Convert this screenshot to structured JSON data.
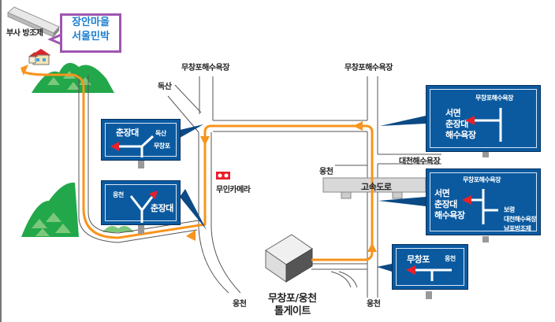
{
  "colors": {
    "route": "#f7941d",
    "sign_blue": "#0b5aa0",
    "arrow_red": "#e8202a",
    "bubble_border": "#a055b0",
    "bubble_text": "#1a7fd1",
    "mountain": "#22a84a"
  },
  "destination": {
    "name_line1": "장안마을",
    "name_line2": "서울민박",
    "landmark": "부사 방조제"
  },
  "road_labels": {
    "dogsan": "독산",
    "muchangpo_beach_left": "무창포해수욕장",
    "muchangpo_beach_right": "무창포해수욕장",
    "daecheon_beach": "대천해수욕장",
    "ungcheon_mid": "웅천",
    "expressway": "고속도로",
    "camera": "무인카메라",
    "ungcheon_bottom_left": "웅천",
    "ungcheon_bottom_right": "웅천",
    "tollgate_line1": "무창포/웅천",
    "tollgate_line2": "톨게이트"
  },
  "signs": [
    {
      "id": "sign-1",
      "texts": [
        "춘장대",
        "독산",
        "무창포"
      ]
    },
    {
      "id": "sign-2",
      "texts": [
        "웅천",
        "춘장대"
      ]
    },
    {
      "id": "sign-3",
      "texts": [
        "무창포해수욕장",
        "서면",
        "춘장대",
        "해수욕장"
      ]
    },
    {
      "id": "sign-4",
      "texts": [
        "무창포해수욕장",
        "서면",
        "춘장대",
        "해수욕장",
        "보령",
        "대천해수욕장",
        "남포방조제"
      ]
    },
    {
      "id": "sign-5",
      "texts": [
        "무창포",
        "웅천"
      ]
    }
  ],
  "icons": {
    "camera": "speed-camera-icon",
    "house": "house-icon",
    "mountain": "mountain-icon",
    "tollgate": "tollgate-building-icon"
  }
}
